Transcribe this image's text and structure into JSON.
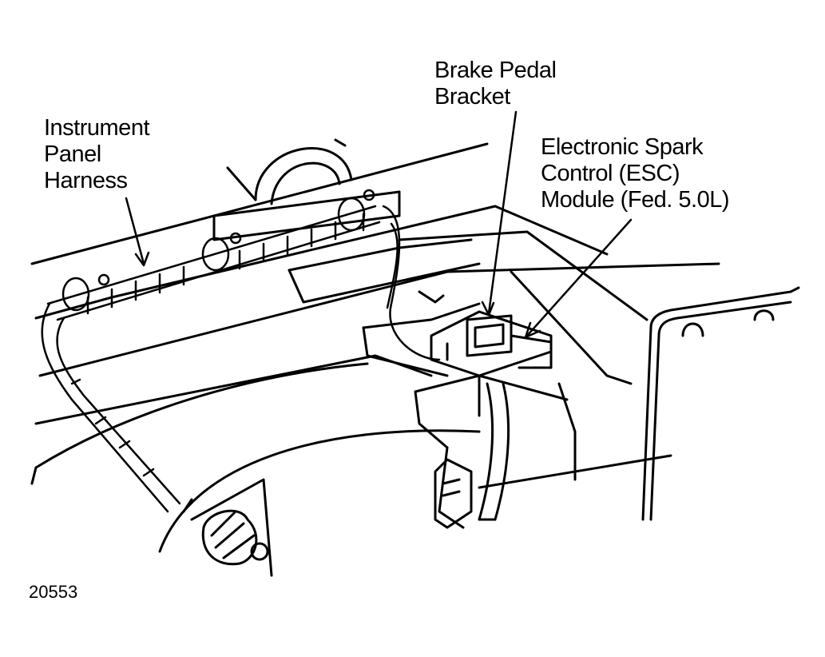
{
  "callouts": {
    "instrument_panel_harness": [
      "Instrument",
      "Panel",
      "Harness"
    ],
    "brake_pedal_bracket": [
      "Brake Pedal",
      "Bracket"
    ],
    "esc_module": [
      "Electronic Spark",
      "Control (ESC)",
      "Module (Fed. 5.0L)"
    ]
  },
  "figure_number": "20553",
  "colors": {
    "ink": "#000000",
    "paper": "#ffffff"
  }
}
